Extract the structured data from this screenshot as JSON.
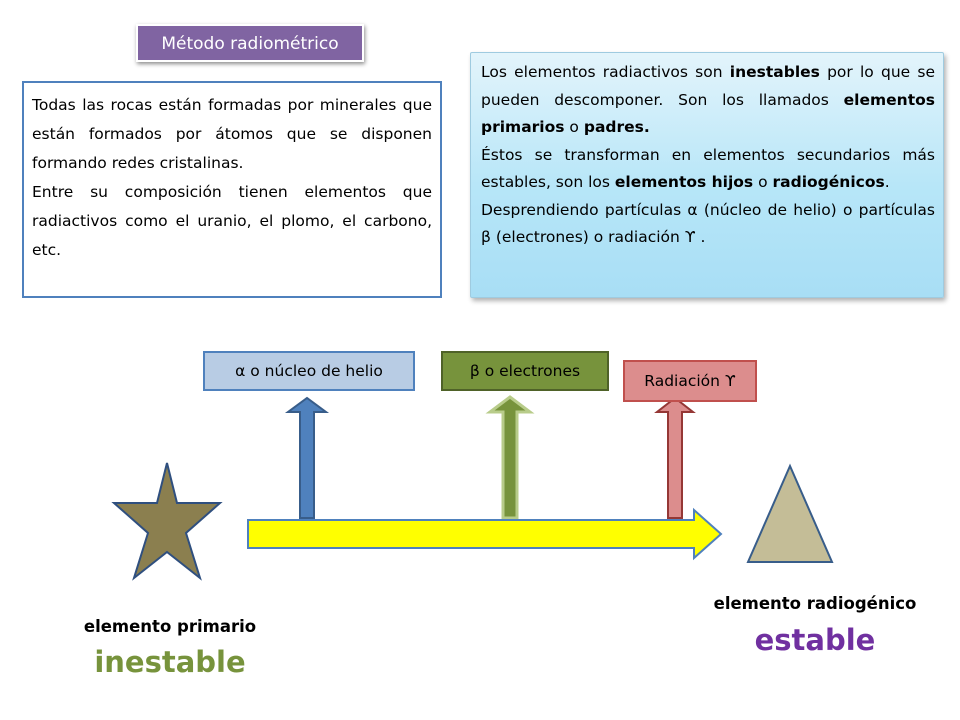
{
  "title": "Método radiométrico",
  "left_box": {
    "paragraphs": [
      "Todas las rocas están formadas por minerales que están formados por átomos que se disponen formando redes cristalinas.",
      "Entre su composición tienen elementos que radiactivos como el uranio, el plomo, el carbono, etc."
    ]
  },
  "right_box": {
    "p1": {
      "t1": "Los elementos radiactivos son ",
      "b1": "inestables",
      "t2": " por lo que se pueden descomponer. Son los llamados ",
      "b2": "elementos primarios",
      "t3": " o ",
      "b3": "padres.",
      "t4": ""
    },
    "p2": {
      "t1": "Éstos se transforman en elementos secundarios más estables, son los ",
      "b1": "elementos hijos",
      "t2": " o ",
      "b2": "radiogénicos",
      "t3": "."
    },
    "p3": "Desprendiendo partículas α (núcleo de helio) o partículas β (electrones) o radiación ϒ ."
  },
  "labels": {
    "alpha": "α  o núcleo de helio",
    "beta": "β  o electrones",
    "gamma": "Radiación ϒ"
  },
  "primary": {
    "caption": "elemento primario",
    "state": "inestable",
    "state_color": "#77933c"
  },
  "radiogenic": {
    "caption": "elemento radiogénico",
    "state": "estable",
    "state_color": "#7030a0"
  },
  "colors": {
    "title_bg": "#8064a2",
    "star_fill": "#8b7f4f",
    "triangle_fill": "#c4bd97",
    "main_arrow": "#ffff00",
    "alpha_arrow": "#4f81bd",
    "beta_arrow": "#77933c",
    "gamma_arrow": "#dc8d8d"
  }
}
